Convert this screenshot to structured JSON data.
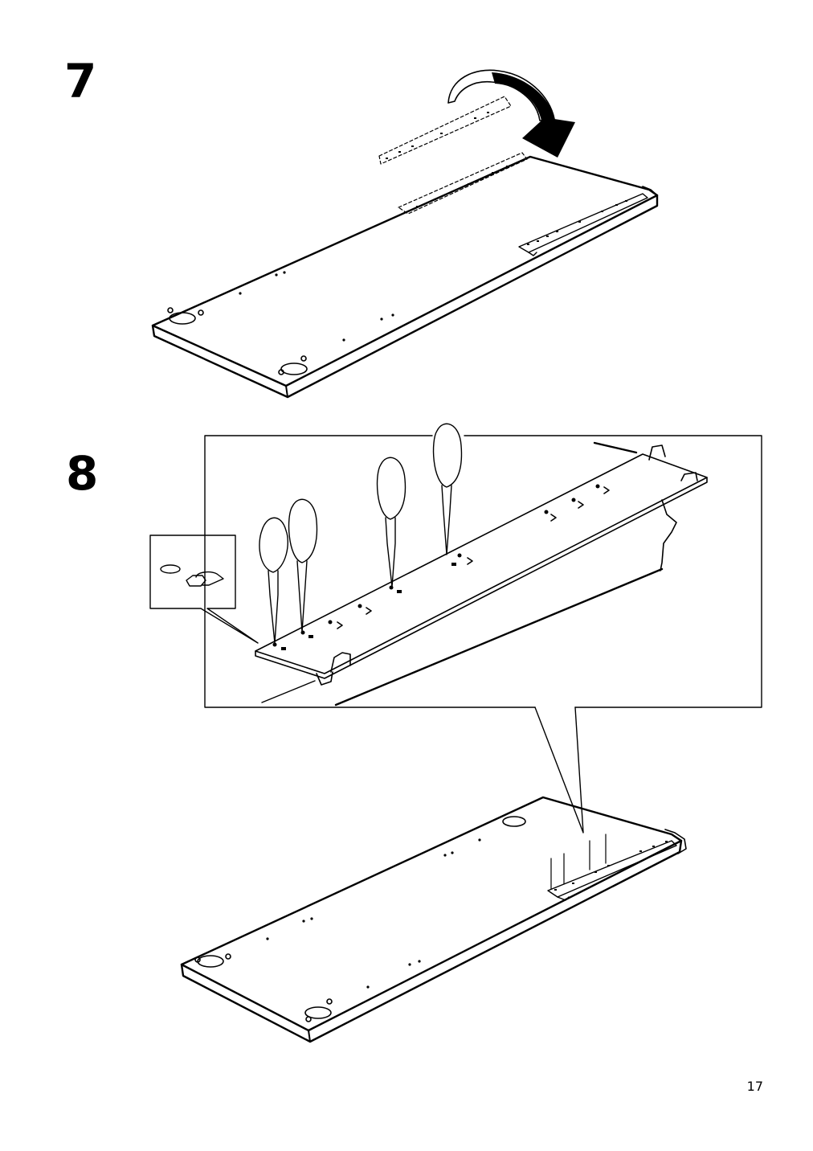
{
  "steps": [
    {
      "number": "7"
    },
    {
      "number": "8"
    }
  ],
  "page": {
    "number": "17"
  },
  "icons": {
    "step7_arrow": "flip-arrow-icon",
    "step8_tool": "awl-icon",
    "step8_detail_hole": "hole-detail-icon"
  },
  "colors": {
    "line": "#000000",
    "background": "#ffffff"
  }
}
